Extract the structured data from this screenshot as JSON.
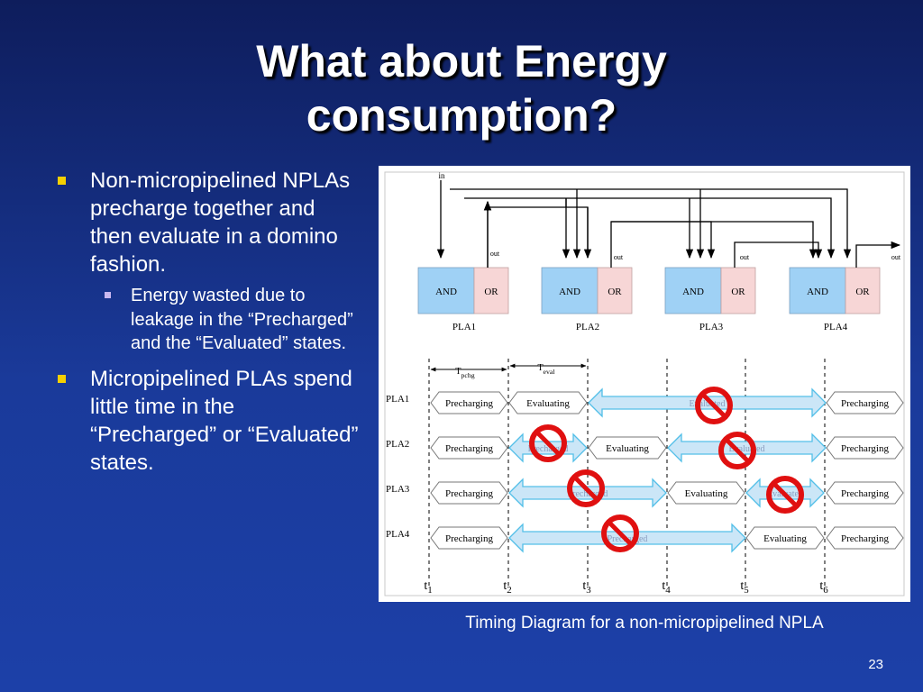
{
  "slide": {
    "title_line1": "What about Energy",
    "title_line2": "consumption?",
    "bullets": [
      {
        "text": "Non-micropipelined NPLAs precharge together and then evaluate in a domino fashion.",
        "sub": [
          "Energy wasted due to leakage in the “Precharged” and the “Evaluated” states."
        ]
      },
      {
        "text": "Micropipelined PLAs spend little time in the “Precharged” or “Evaluated” states.",
        "sub": []
      }
    ],
    "caption": "Timing Diagram for a non-micropipelined NPLA",
    "page_number": "23"
  },
  "diagram": {
    "colors": {
      "and_fill": "#9fd1f5",
      "or_fill": "#f7d6d6",
      "arrow_fill": "#cbe6f7",
      "arrow_stroke": "#53bfe8",
      "ban_red": "#e01010"
    },
    "in_label": "in",
    "out_label": "out",
    "and_label": "AND",
    "or_label": "OR",
    "pla_names": [
      "PLA1",
      "PLA2",
      "PLA3",
      "PLA4"
    ],
    "t_pchg_main": "T",
    "t_pchg_sub": "pchg",
    "t_eval_main": "T",
    "t_eval_sub": "eval",
    "time_labels": [
      {
        "main": "t",
        "sub": "1"
      },
      {
        "main": "t",
        "sub": "2"
      },
      {
        "main": "t",
        "sub": "3"
      },
      {
        "main": "t",
        "sub": "4"
      },
      {
        "main": "t",
        "sub": "5"
      },
      {
        "main": "t",
        "sub": "6"
      }
    ],
    "row_labels": [
      "PLA1",
      "PLA2",
      "PLA3",
      "PLA4"
    ],
    "precharging": "Precharging",
    "evaluating": "Evaluating",
    "arrow_labels": [
      "Evaluated",
      "Precharged",
      "Evaluated",
      "Precharged",
      "Evaluated",
      "Precharged"
    ]
  }
}
